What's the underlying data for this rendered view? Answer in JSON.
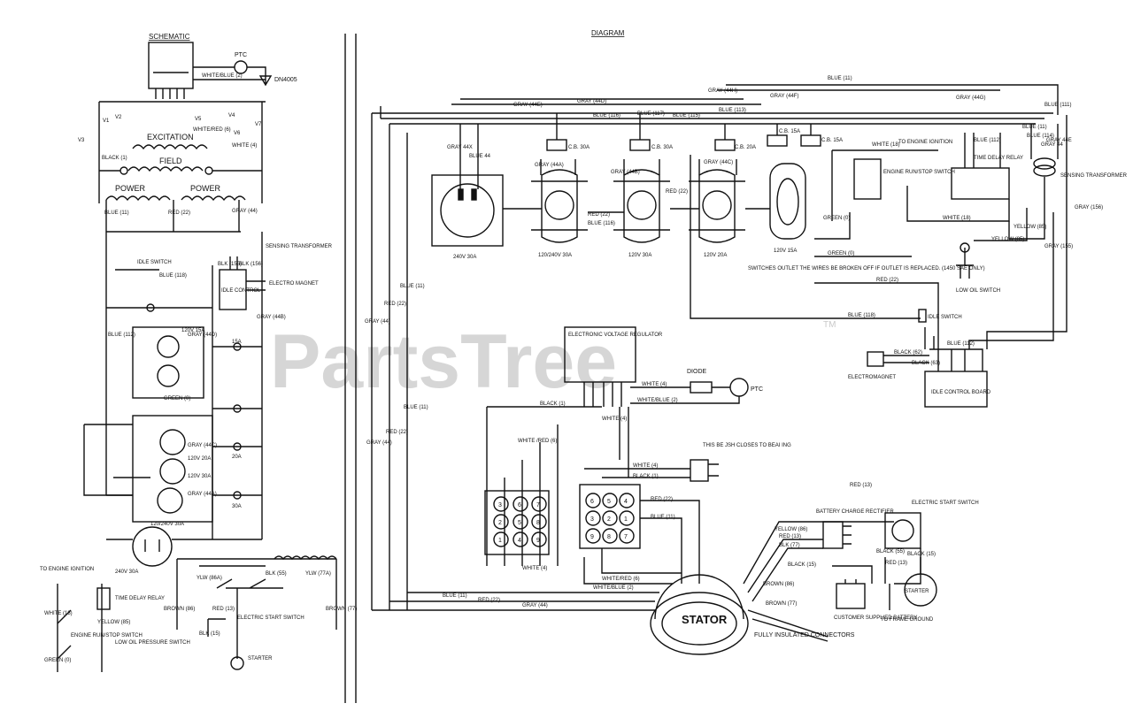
{
  "headers": {
    "schematic": "SCHEMATIC",
    "diagram": "DIAGRAM"
  },
  "watermark": {
    "text": "PartsTree",
    "tm": "TM"
  },
  "schematic": {
    "ptc": "PTC",
    "diode": "DN4005",
    "white_blue_2": "WHITE/BLUE (2)",
    "excitation": "EXCITATION",
    "field": "FIELD",
    "power_left": "POWER",
    "power_right": "POWER",
    "white_red_6": "WHITE/RED (6)",
    "white_4": "WHITE (4)",
    "black_1": "BLACK (1)",
    "red_22": "RED (22)",
    "gray_44": "GRAY (44)",
    "blue_11": "BLUE (11)",
    "v1": "V1",
    "v2": "V2",
    "v3": "V3",
    "v4": "V4",
    "v5": "V5",
    "v6": "V6",
    "v7": "V7",
    "idle_switch": "IDLE SWITCH",
    "sensing_transformer": "SENSING TRANSFORMER",
    "electro_magnet": "ELECTRO MAGNET",
    "idle_control": "IDLE CONTROL",
    "blk_155": "BLK (155)",
    "blk_156": "BLK (156)",
    "blue_118": "BLUE (118)",
    "blue_112": "BLUE (112)",
    "gray_44d": "GRAY (44D)",
    "gray_44c": "GRAY (44C)",
    "gray_44a": "GRAY (44A)",
    "gray_44b": "GRAY (44B)",
    "green_0": "GREEN (0)",
    "r120v_15a": "120V 15A",
    "r120v_20a": "120V 20A",
    "r120v_30a": "120V 30A",
    "r120_240v_30a": "120/240V 30A",
    "r240v_30a": "240V 30A",
    "b15a": "15A",
    "b20a": "20A",
    "b30a": "30A",
    "to_engine_ignition": "TO ENGINE IGNITION",
    "white_18": "WHITE (18)",
    "yellow_85": "YELLOW (85)",
    "green_0b": "GREEN (0)",
    "time_delay_relay": "TIME DELAY RELAY",
    "engine_run_stop": "ENGINE RUN/STOP SWITCH",
    "low_oil": "LOW OIL PRESSURE SWITCH",
    "ylw_86a": "YLW (86A)",
    "blk_55": "BLK (55)",
    "ylw_77a": "YLW (77A)",
    "brown_86": "BROWN (86)",
    "brown_77": "BROWN (77)",
    "red_13": "RED (13)",
    "blk_15": "BLK (15)",
    "electric_start_switch": "ELECTRIC START SWITCH",
    "starter": "STARTER"
  },
  "diagram": {
    "gray_44h": "GRAY (44H)",
    "gray_44f": "GRAY (44F)",
    "gray_44e": "GRAY (44E)",
    "gray_44d": "GRAY (44D)",
    "gray_44g": "GRAY (44G)",
    "blue_11": "BLUE (11)",
    "blue_116": "BLUE (116)",
    "blue_117": "BLUE (117)",
    "blue_115": "BLUE (115)",
    "blue_113": "BLUE (113)",
    "blue_112": "BLUE (112)",
    "blue_114": "BLUE (114)",
    "blue_111": "BLUE (111)",
    "gray_44x": "GRAY 44X",
    "gray_44e2": "GRAY 44E",
    "blue_44": "BLUE 44",
    "cb_30a_1": "C.B. 30A",
    "cb_30a_2": "C.B. 30A",
    "cb_20a": "C.B. 20A",
    "cb_15a": "C.B. 15A",
    "cb_15a_2": "C.B. 15A",
    "gray_44a": "GRAY (44A)",
    "gray_44b": "GRAY (44B)",
    "gray_44c": "GRAY (44C)",
    "red_22": "RED (22)",
    "red_22b": "RED (22)",
    "blue_116b": "BLUE (116)",
    "r240v_30a": "240V 30A",
    "r120_240v_30a": "120/240V 30A",
    "r120v_30a": "120V 30A",
    "r120v_20a": "120V 20A",
    "r120v_15a": "120V 15A",
    "white_18": "WHITE (18)",
    "to_engine_ignition": "TO ENGINE IGNITION",
    "engine_run_stop": "ENGINE RUN/STOP SWITCH",
    "time_delay_relay": "TIME DELAY RELAY",
    "sensing_transformer": "SENSING TRANSFORMER",
    "gray_44_lbl": "GRAY 44",
    "blue_11b": "BLUE (11)",
    "gray_156": "GRAY (156)",
    "gray_155": "GRAY (155)",
    "yellow_85": "YELLOW (85)",
    "yellow_85b": "YELLOW (85)",
    "white_18b": "WHITE (18)",
    "low_oil_switch": "LOW OIL SWITCH",
    "red_22c": "RED (22)",
    "green_0": "GREEN (0)",
    "green_0b": "GREEN (0)",
    "switch_note": "SWITCHES OUTLET THE WIRES BE BROKEN OFF IF OUTLET IS REPLACED. (1450 SAE ONLY)",
    "gray_44_left": "GRAY (44)",
    "red_22_left": "RED (22)",
    "blue_11_left": "BLUE (11)",
    "regulator": "ELECTRONIC VOLTAGE REGULATOR",
    "diode": "DIODE",
    "ptc": "PTC",
    "white_4": "WHITE (4)",
    "white_blue_2": "WHITE/BLUE (2)",
    "black_1": "BLACK (1)",
    "white_red_6": "WHITE /RED (6)",
    "white_4b": "WHITE (4)",
    "blue_11c": "BLUE (11)",
    "gray_44_2": "GRAY (44)",
    "red_22d": "RED (22)",
    "blue_118": "BLUE (118)",
    "idle_switch": "IDLE SWITCH",
    "blue_112b": "BLUE (112)",
    "black_62": "BLACK (62)",
    "black_63": "BLACK (63)",
    "electromagnet": "ELECTROMAGNET",
    "idle_control_board": "IDLE CONTROL BOARD",
    "jumper_note": "THIS BE JSH CLOSES TO BEAI ING",
    "white_4c": "WHITE (4)",
    "black_1b": "BLACK (1)",
    "red_22e": "RED (22)",
    "blue_11d": "BLUE (11)",
    "white_4d": "WHITE (4)",
    "white_red_6b": "WHITE/RED (6)",
    "white_blue_2b": "WHITE/BLUE (2)",
    "blue_11e": "BLUE (11)",
    "red_22f": "RED (22)",
    "gray_44_3": "GRAY (44)",
    "stator": "STATOR",
    "battery_charge_rectifier": "BATTERY CHARGE RECTIFIER",
    "electric_start_switch": "ELECTRIC START SWITCH",
    "red_13": "RED (13)",
    "yellow_86": "YELLOW (86)",
    "red_13b": "RED (13)",
    "blk_77": "BLK (77)",
    "black_15": "BLACK (15)",
    "brown_86": "BROWN (86)",
    "brown_77": "BROWN (77)",
    "battery": "CUSTOMER SUPPLIED BATTERY",
    "frame_ground": "TO FRAME GROUND",
    "starter": "STARTER",
    "fully_insulated": "FULLY INSULATED CONNECTORS",
    "black_55": "BLACK (55)",
    "red_13c": "RED (13)",
    "black_15b": "BLACK (15)"
  },
  "plug_left_numbers": [
    "3",
    "6",
    "2",
    "5",
    "1",
    "4"
  ],
  "plug_left_numbers2": [
    "7",
    "8",
    "9"
  ],
  "plug_right_numbers": [
    "6",
    "5",
    "4",
    "3",
    "2",
    "1",
    "9",
    "8",
    "7"
  ]
}
